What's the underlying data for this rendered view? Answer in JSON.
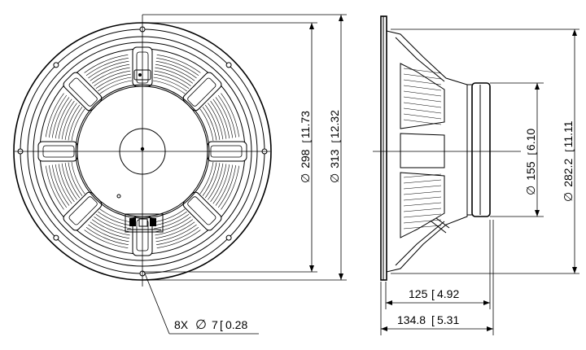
{
  "front_view": {
    "bolt_hole_count": 8,
    "spoke_count": 8
  },
  "dimensions": {
    "outer_dia": {
      "symbol": "∅",
      "mm": "313",
      "in": "12.32"
    },
    "bolt_circle": {
      "symbol": "∅",
      "mm": "298",
      "in": "11.73"
    },
    "cutout_dia": {
      "symbol": "∅",
      "mm": "282.2",
      "in": "11.11"
    },
    "magnet_dia": {
      "symbol": "∅",
      "mm": "155",
      "in": "6.10"
    },
    "depth_mount": {
      "mm": "125",
      "in": "4.92"
    },
    "depth_total": {
      "mm": "134.8",
      "in": "5.31"
    },
    "holes": {
      "count": "8X",
      "symbol": "∅",
      "mm": "7",
      "in": "0.28"
    }
  }
}
